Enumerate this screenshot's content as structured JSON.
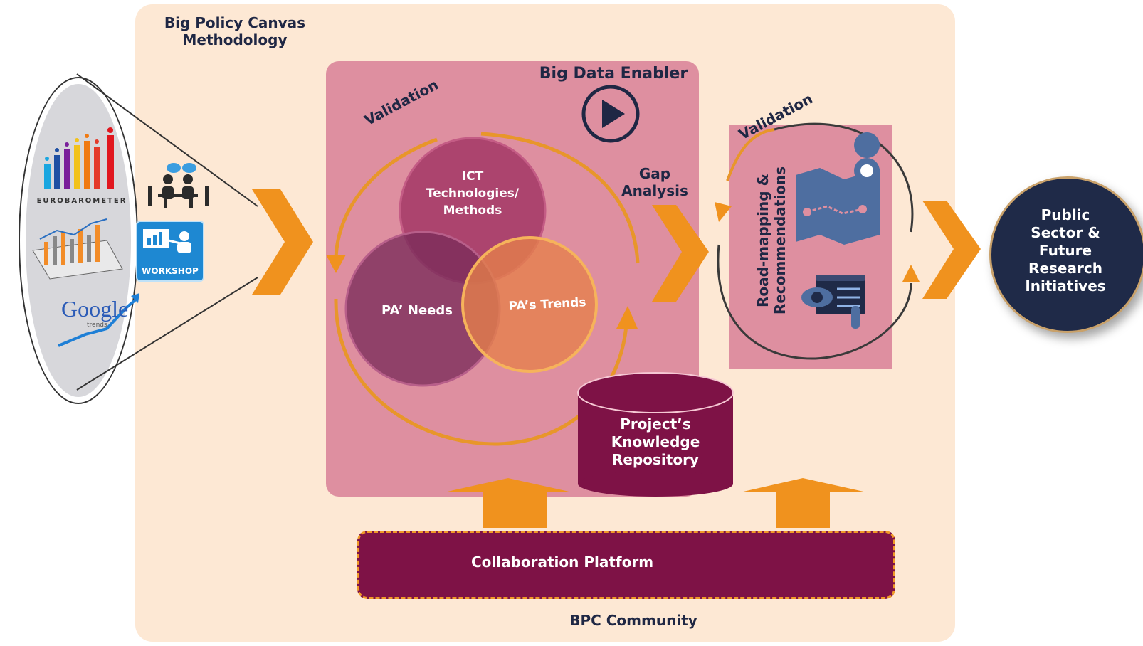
{
  "canvas": {
    "title_line1": "Big Policy Canvas",
    "title_line2": "Methodology",
    "footer": "BPC Community"
  },
  "enabler": {
    "title": "Big Data Enabler",
    "validation_label": "Validation",
    "venn": {
      "top_line1": "ICT",
      "top_line2": "Technologies/",
      "top_line3": "Methods",
      "left": "PA’ Needs",
      "right": "PA’s Trends"
    }
  },
  "gap_analysis": {
    "line1": "Gap",
    "line2": "Analysis"
  },
  "roadmap": {
    "validation_label": "Validation",
    "label_line1": "Road-mapping &",
    "label_line2": "Recommendations"
  },
  "repository": {
    "line1": "Project’s",
    "line2": "Knowledge",
    "line3": "Repository"
  },
  "collaboration": {
    "label": "Collaboration Platform"
  },
  "sources": {
    "eurobarometer": "EUROBAROMETER",
    "google": "Google",
    "google_sub": "trends",
    "workshop": "WORKSHOP"
  },
  "output": {
    "line1": "Public",
    "line2": "Sector &",
    "line3": "Future",
    "line4": "Research",
    "line5": "Initiatives"
  },
  "colors": {
    "canvas_bg": "#fde8d4",
    "enabler_bg": "#de8fa0",
    "orange": "#f0921e",
    "repository": "#7e1246",
    "navy": "#1f2a48"
  },
  "icons": [
    "eurobarometer-logo",
    "bar-chart-icon",
    "google-trends-logo",
    "meeting-icon",
    "workshop-icon",
    "play-icon",
    "map-icon",
    "checklist-icon",
    "layers-icon"
  ]
}
